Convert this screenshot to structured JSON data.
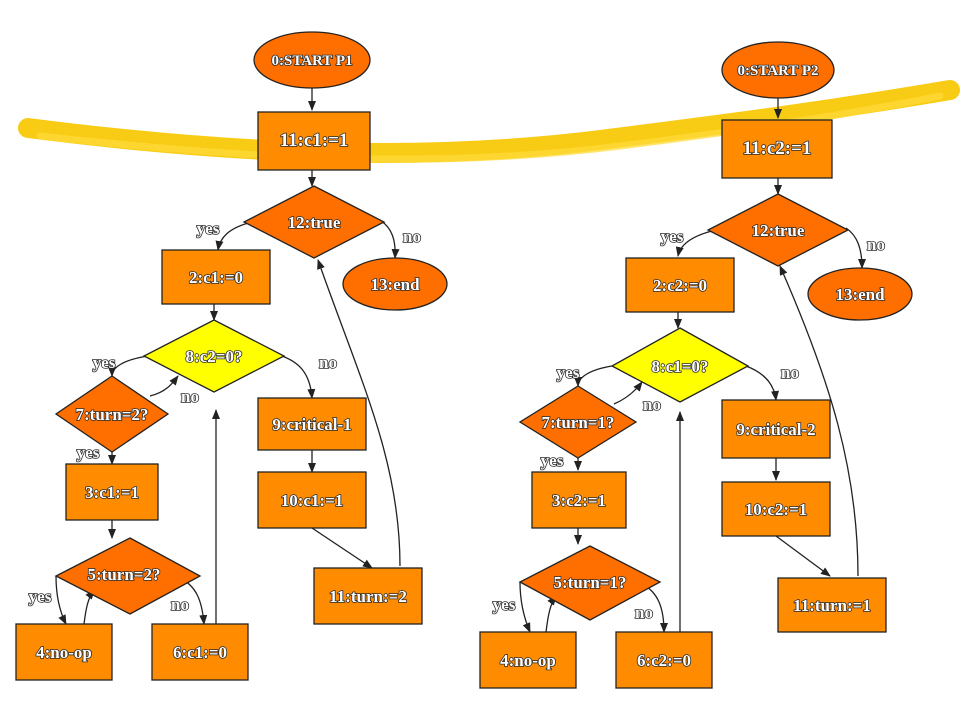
{
  "colors": {
    "box_fill": "#ff8c00",
    "decision_fill": "#ff6f00",
    "decision_highlight": "#ffff00",
    "start_fill": "#ff6f00",
    "end_fill": "#ff6f00",
    "highlighter": "#f7c800",
    "stroke": "#222222"
  },
  "p1": {
    "start": "0:START P1",
    "n11": "11:c1:=1",
    "n12": "12:true",
    "n13": "13:end",
    "n2": "2:c1:=0",
    "n8": "8:c2=0?",
    "n7": "7:turn=2?",
    "n9": "9:critical-1",
    "n3": "3:c1:=1",
    "n10": "10:c1:=1",
    "n5": "5:turn=2?",
    "n11b": "11:turn:=2",
    "n4": "4:no-op",
    "n6": "6:c1:=0",
    "yes": "yes",
    "no": "no"
  },
  "p2": {
    "start": "0:START P2",
    "n11": "11:c2:=1",
    "n12": "12:true",
    "n13": "13:end",
    "n2": "2:c2:=0",
    "n8": "8:c1=0?",
    "n7": "7:turn=1?",
    "n9": "9:critical-2",
    "n3": "3:c2:=1",
    "n10": "10:c2:=1",
    "n5": "5:turn=1?",
    "n11b": "11:turn:=1",
    "n4": "4:no-op",
    "n6": "6:c2:=0",
    "yes": "yes",
    "no": "no"
  }
}
